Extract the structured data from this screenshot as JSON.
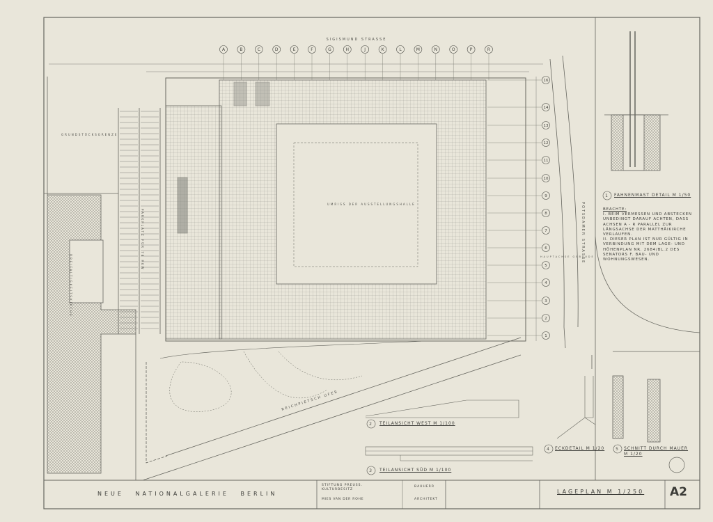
{
  "sheet": {
    "project_title": "NEUE NATIONALGALERIE BERLIN",
    "client": "STIFTUNG PREUSS. KULTURBESITZ",
    "client_role": "BAUHERR",
    "architect": "MIES VAN DER ROHE",
    "architect_role": "ARCHITEKT",
    "drawing_title": "LAGEPLAN M 1/250",
    "sheet_number": "A2"
  },
  "streets": {
    "north": "SIGISMUND STRASSE",
    "east": "POTSDAMER STRASSE",
    "south": "REICHPIETSCH UFER"
  },
  "grid": {
    "columns": [
      "A",
      "B",
      "C",
      "D",
      "E",
      "F",
      "G",
      "H",
      "J",
      "K",
      "L",
      "M",
      "N",
      "O",
      "P",
      "R"
    ],
    "rows": [
      "16",
      "14",
      "13",
      "12",
      "11",
      "10",
      "9",
      "8",
      "7",
      "6",
      "5",
      "4",
      "3",
      "2",
      "1"
    ]
  },
  "plan_labels": {
    "neighbor": "GRUNDSTÜCKSGRENZE",
    "parking": "PARKPLATZ FÜR 78 PKW",
    "neighbor_building": "DREIFALTIGKEITSKIRCHE",
    "hall_outline": "UMRISS DER AUSSTELLUNGSHALLE",
    "hauptachse": "HAUPTACHSE GEBÄUDE"
  },
  "details": [
    {
      "num": "1",
      "label": "FAHNENMAST DETAIL M 1/50"
    },
    {
      "num": "2",
      "label": "TEILANSICHT WEST M 1/100"
    },
    {
      "num": "3",
      "label": "TEILANSICHT SÜD M 1/100"
    },
    {
      "num": "4",
      "label": "ECKDETAIL M 1/20"
    },
    {
      "num": "5",
      "label": "SCHNITT DURCH MAUER M 1/20"
    }
  ],
  "notes": {
    "heading": "BEACHTE:",
    "items": [
      "I. BEIM VERMESSEN UND ABSTECKEN UNBEDINGT DARAUF ACHTEN, DASS ACHSEN A - R PARALLEL ZUR LÄNGSACHSE DER MATTHÄIKIRCHE VERLAUFEN.",
      "II. DIESER PLAN IST NUR GÜLTIG IN VERBINDUNG MIT DEM LAGE- UND HÖHENPLAN NR. 2684/BL.2 DES SENATORS F. BAU- UND WOHNUNGSWESEN."
    ]
  },
  "colors": {
    "paper": "#e9e6da",
    "ink": "#5a5a55"
  }
}
